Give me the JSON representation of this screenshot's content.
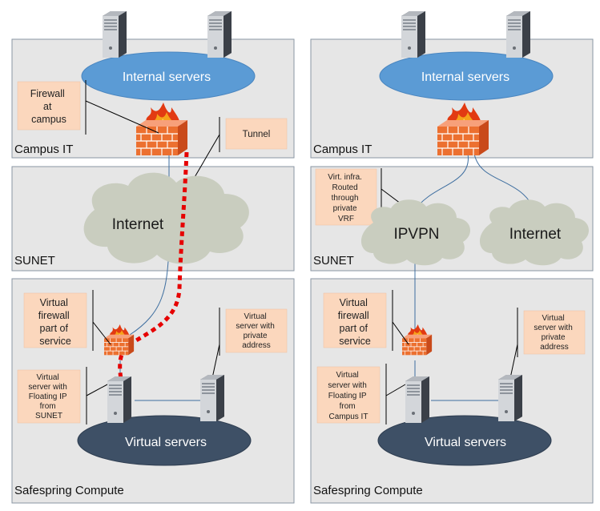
{
  "left": {
    "campus": {
      "zone_label": "Campus IT",
      "servers_label": "Internal servers"
    },
    "sunet": {
      "zone_label": "SUNET",
      "cloud_label": "Internet"
    },
    "compute": {
      "zone_label": "Safespring Compute",
      "servers_label": "Virtual servers"
    },
    "callouts": {
      "firewall_campus": [
        "Firewall",
        "at",
        "campus"
      ],
      "tunnel": [
        "Tunnel"
      ],
      "virtual_firewall": [
        "Virtual",
        "firewall",
        "part of",
        "service"
      ],
      "private_server": [
        "Virtual",
        "server with",
        "private",
        "address"
      ],
      "floating_ip": [
        "Virtual",
        "server with",
        "Floating IP",
        "from",
        "SUNET"
      ]
    }
  },
  "right": {
    "campus": {
      "zone_label": "Campus IT",
      "servers_label": "Internal servers"
    },
    "sunet": {
      "zone_label": "SUNET",
      "cloud_ipvpn": "IPVPN",
      "cloud_internet": "Internet"
    },
    "compute": {
      "zone_label": "Safespring Compute",
      "servers_label": "Virtual servers"
    },
    "callouts": {
      "virt_infra": [
        "Virt. infra.",
        "Routed",
        "through",
        "private",
        "VRF"
      ],
      "virtual_firewall": [
        "Virtual",
        "firewall",
        "part of",
        "service"
      ],
      "private_server": [
        "Virtual",
        "server with",
        "private",
        "address"
      ],
      "floating_ip": [
        "Virtual",
        "server with",
        "Floating IP",
        "from",
        "Campus IT"
      ]
    }
  },
  "colors": {
    "zone_fill": "#e6e6e6",
    "zone_border": "#8a96a3",
    "internal_servers": "#5b9bd5",
    "virtual_servers": "#3e5066",
    "cloud": "#c9cdbf",
    "callout_fill": "#fbd7bd",
    "tunnel": "#e60000",
    "link": "#3f6fa0"
  },
  "icons": [
    "server-icon",
    "firewall-icon",
    "cloud-shape"
  ]
}
